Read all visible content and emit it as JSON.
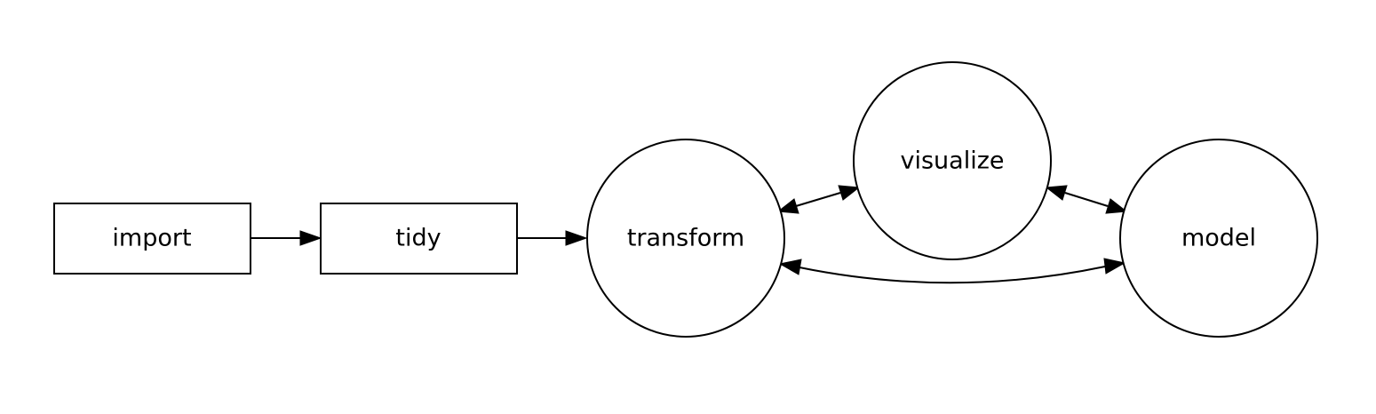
{
  "diagram": {
    "nodes": [
      {
        "id": "import",
        "label": "import",
        "shape": "rectangle"
      },
      {
        "id": "tidy",
        "label": "tidy",
        "shape": "rectangle"
      },
      {
        "id": "transform",
        "label": "transform",
        "shape": "circle"
      },
      {
        "id": "visualize",
        "label": "visualize",
        "shape": "circle"
      },
      {
        "id": "model",
        "label": "model",
        "shape": "circle"
      }
    ],
    "edges": [
      {
        "from": "import",
        "to": "tidy",
        "direction": "forward"
      },
      {
        "from": "tidy",
        "to": "transform",
        "direction": "forward"
      },
      {
        "from": "transform",
        "to": "visualize",
        "direction": "both"
      },
      {
        "from": "visualize",
        "to": "model",
        "direction": "both"
      },
      {
        "from": "transform",
        "to": "model",
        "direction": "both"
      }
    ],
    "colors": {
      "stroke": "#000000",
      "fill": "#ffffff",
      "text": "#000000"
    }
  }
}
